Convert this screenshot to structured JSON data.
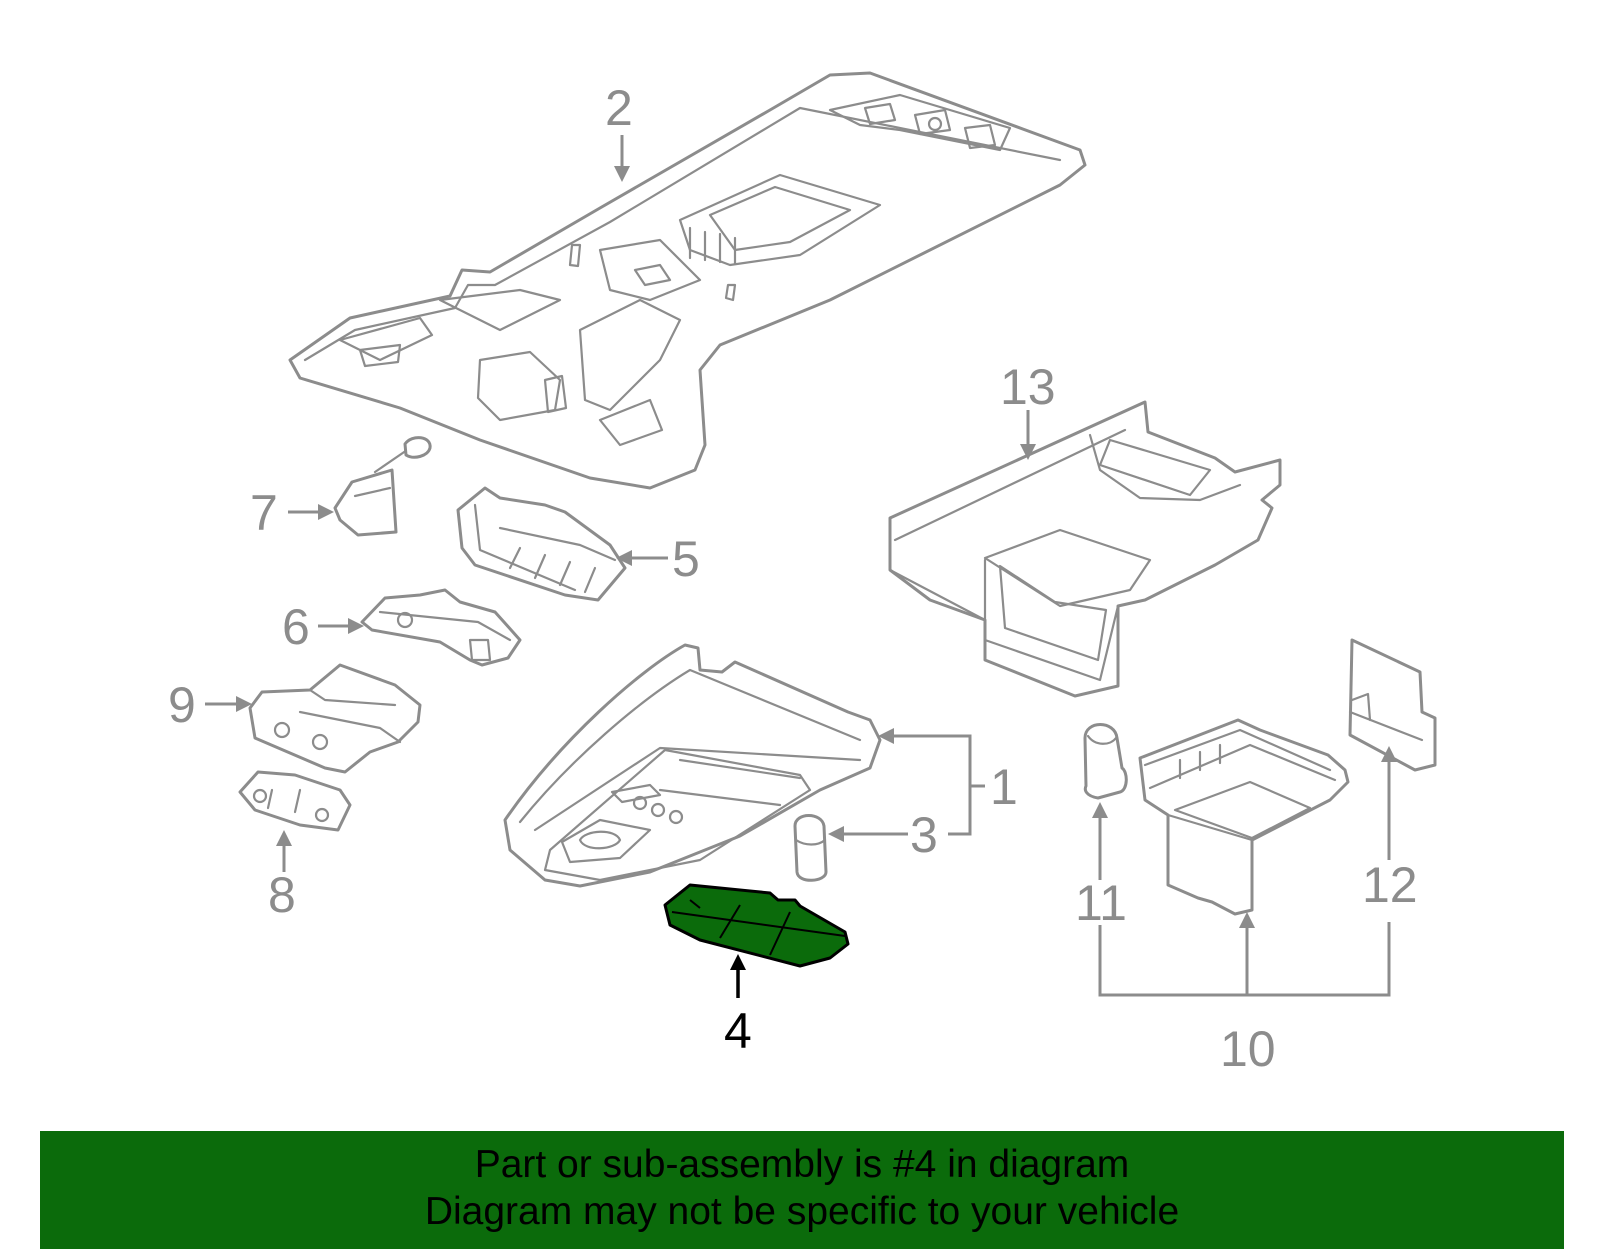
{
  "diagram": {
    "highlight_color": "#0b6b0b",
    "line_color": "#8c8c8c",
    "highlighted_callout": "4",
    "callouts": {
      "c1": "1",
      "c2": "2",
      "c3": "3",
      "c4": "4",
      "c5": "5",
      "c6": "6",
      "c7": "7",
      "c8": "8",
      "c9": "9",
      "c10": "10",
      "c11": "11",
      "c12": "12",
      "c13": "13"
    }
  },
  "banner": {
    "line1": "Part or sub-assembly is #4 in diagram",
    "line2": "Diagram may not be specific to your vehicle"
  }
}
